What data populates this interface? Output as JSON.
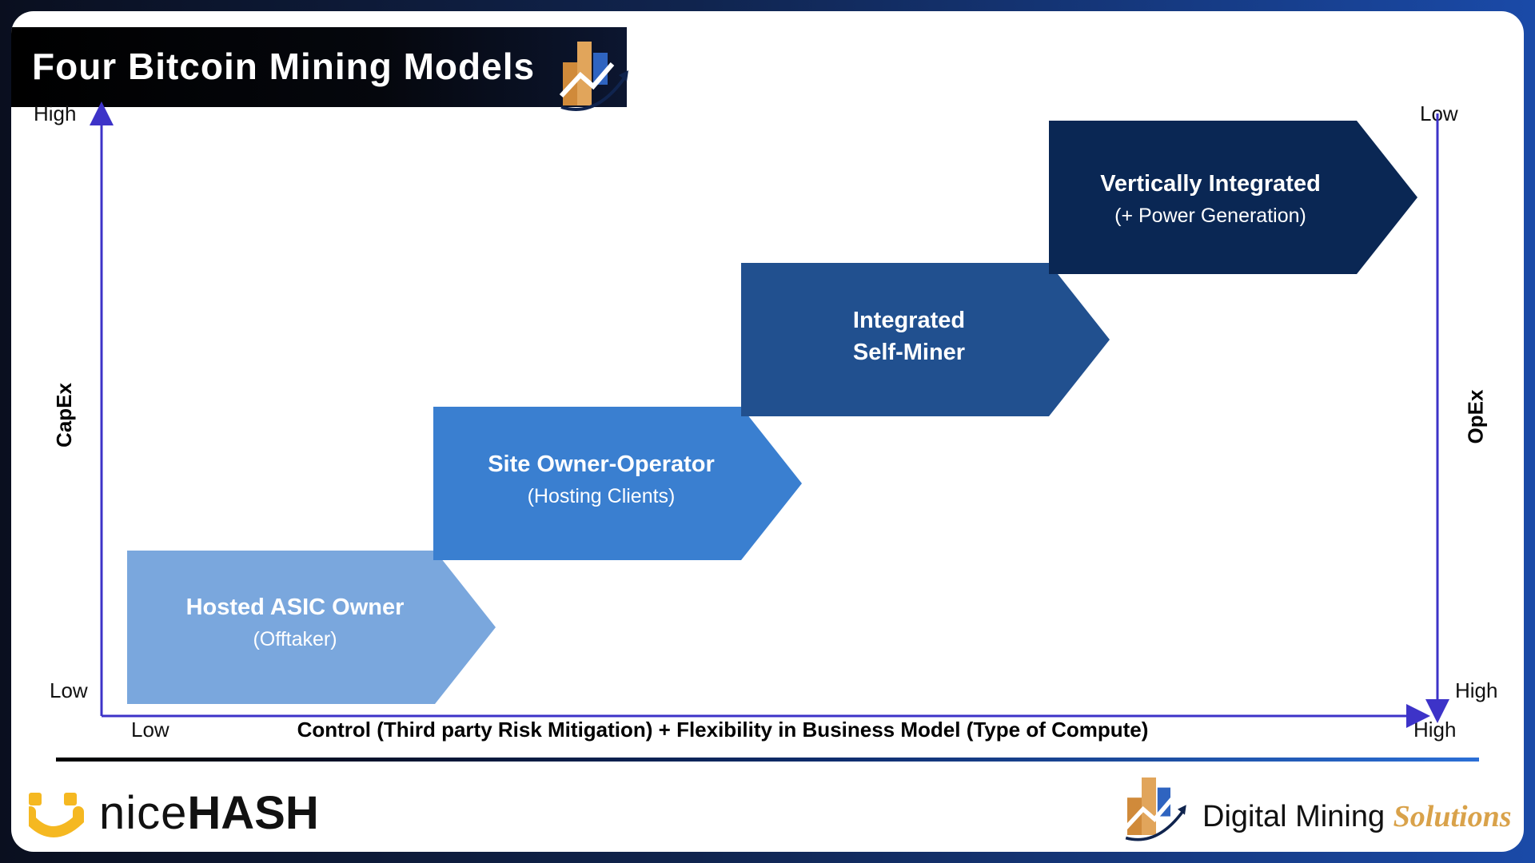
{
  "title": "Four Bitcoin Mining Models",
  "y_axis_left": {
    "title": "CapEx",
    "high": "High",
    "low": "Low"
  },
  "y_axis_right": {
    "title": "OpEx",
    "low": "Low",
    "high": "High"
  },
  "x_axis": {
    "title": "Control (Third party Risk Mitigation) + Flexibility in Business Model (Type of Compute)",
    "low": "Low",
    "high": "High"
  },
  "models": [
    {
      "line1": "Hosted ASIC Owner",
      "line2": "(Offtaker)",
      "color": "#7aa7dd"
    },
    {
      "line1": "Site Owner-Operator",
      "line2": "(Hosting Clients)",
      "color": "#3a7fd0"
    },
    {
      "line1": "Integrated",
      "line2": "Self-Miner",
      "color": "#21508f"
    },
    {
      "line1": "Vertically Integrated",
      "line2": "(+ Power Generation)",
      "color": "#0a2754"
    }
  ],
  "footer": {
    "left_logo": {
      "text_light": "nice",
      "text_bold": "HASH"
    },
    "right_logo": {
      "text_main": "Digital Mining",
      "text_accent": "Solutions"
    }
  },
  "colors": {
    "axis": "#3d33c8",
    "accent_gold": "#d9a24a",
    "navy": "#0a2754"
  }
}
